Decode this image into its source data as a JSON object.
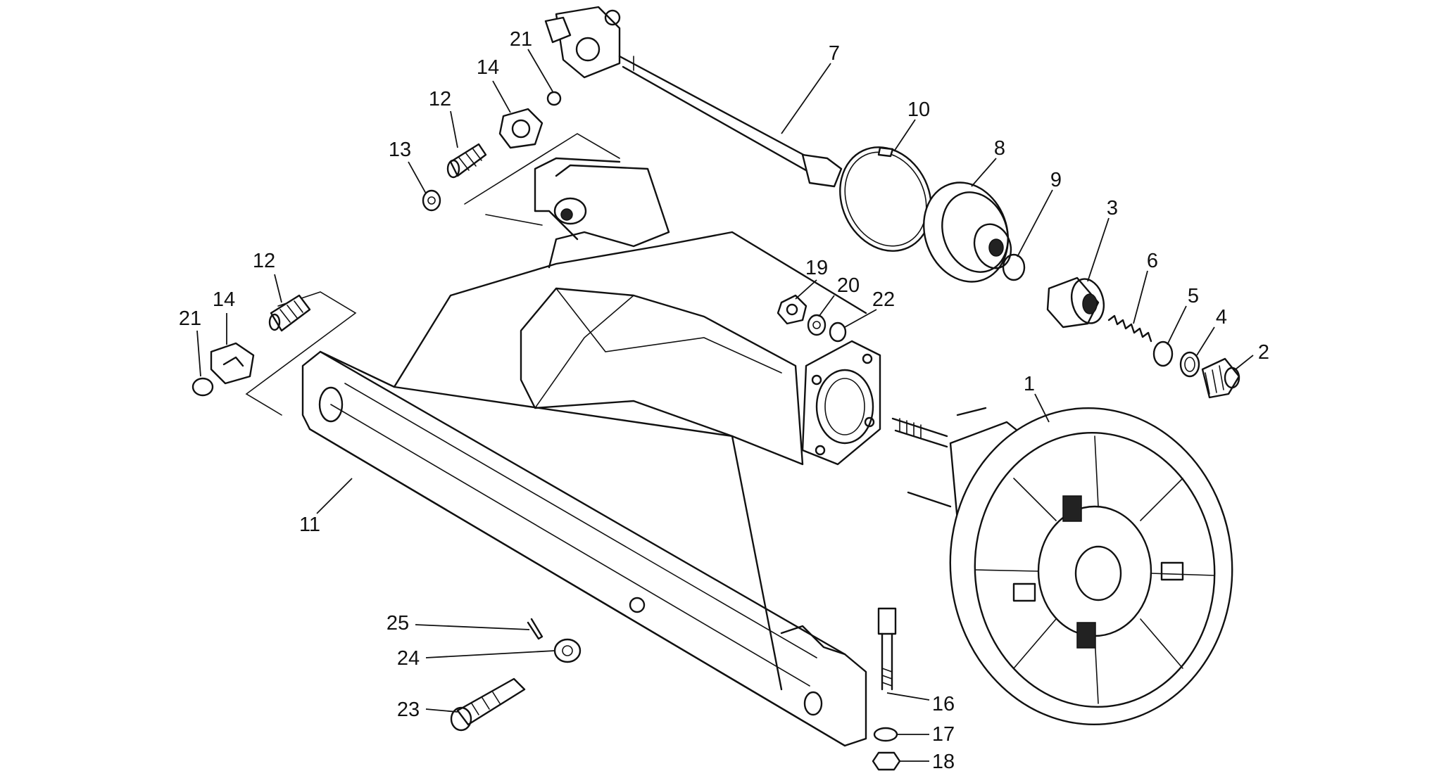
{
  "diagram": {
    "callouts": [
      {
        "label": "1"
      },
      {
        "label": "2"
      },
      {
        "label": "3"
      },
      {
        "label": "4"
      },
      {
        "label": "5"
      },
      {
        "label": "6"
      },
      {
        "label": "7"
      },
      {
        "label": "8"
      },
      {
        "label": "9"
      },
      {
        "label": "10"
      },
      {
        "label": "11"
      },
      {
        "label": "12"
      },
      {
        "label": "12"
      },
      {
        "label": "13"
      },
      {
        "label": "14"
      },
      {
        "label": "14"
      },
      {
        "label": "16"
      },
      {
        "label": "17"
      },
      {
        "label": "18"
      },
      {
        "label": "19"
      },
      {
        "label": "20"
      },
      {
        "label": "21"
      },
      {
        "label": "21"
      },
      {
        "label": "22"
      },
      {
        "label": "23"
      },
      {
        "label": "24"
      },
      {
        "label": "25"
      }
    ]
  }
}
